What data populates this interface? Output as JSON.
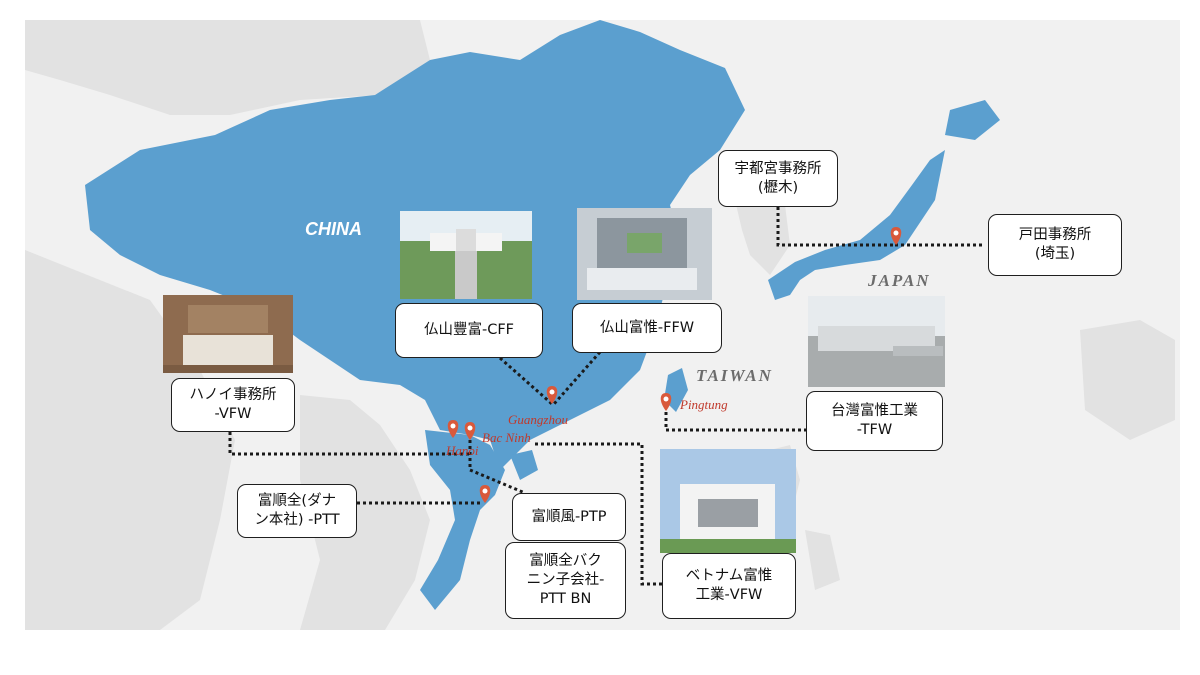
{
  "colors": {
    "sea": "#f1f1f1",
    "land": "#e0e0e0",
    "highlight": "#5b9fcf",
    "pin": "#d9593b",
    "connector": "#1a1a1a"
  },
  "countries": {
    "china": "CHINA",
    "japan": "JAPAN",
    "taiwan": "TAIWAN"
  },
  "cities": {
    "guangzhou": "Guangzhou",
    "bac_ninh": "Bac Ninh",
    "hanoi": "Hanoi",
    "pingtung": "Pingtung"
  },
  "sites": {
    "cff": "仏山豐富-CFF",
    "ffw": "仏山富惟-FFW",
    "hanoi_office": [
      "ハノイ事務所",
      "-VFW"
    ],
    "ptt": [
      "富順全(ダナ",
      "ン本社) -PTT"
    ],
    "ptp": "富順風-PTP",
    "ptt_bn": [
      "富順全バク",
      "ニン子会社-",
      "PTT BN"
    ],
    "vfw": [
      "ベトナム富惟",
      "工業-VFW"
    ],
    "tfw": [
      "台灣富惟工業",
      "-TFW"
    ],
    "utsunomiya": [
      "宇都宮事務所",
      "(櫪木)"
    ],
    "toda": [
      "戸田事務所",
      "(埼玉)"
    ]
  },
  "icons": [
    "map-pin-icon"
  ]
}
